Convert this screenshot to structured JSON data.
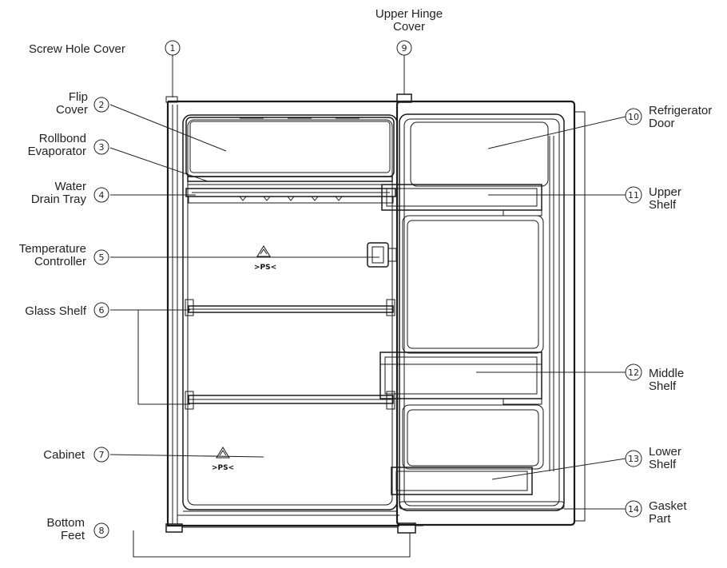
{
  "callouts": [
    {
      "number": "1",
      "lines": [
        "Screw Hole Cover"
      ]
    },
    {
      "number": "2",
      "lines": [
        "Flip",
        "Cover"
      ]
    },
    {
      "number": "3",
      "lines": [
        "Rollbond",
        "Evaporator"
      ]
    },
    {
      "number": "4",
      "lines": [
        "Water",
        "Drain Tray"
      ]
    },
    {
      "number": "5",
      "lines": [
        "Temperature",
        "Controller"
      ]
    },
    {
      "number": "6",
      "lines": [
        "Glass Shelf"
      ]
    },
    {
      "number": "7",
      "lines": [
        "Cabinet"
      ]
    },
    {
      "number": "8",
      "lines": [
        "Bottom",
        "Feet"
      ]
    },
    {
      "number": "9",
      "lines": [
        "Upper Hinge",
        "Cover"
      ]
    },
    {
      "number": "10",
      "lines": [
        "Refrigerator",
        "Door"
      ]
    },
    {
      "number": "11",
      "lines": [
        "Upper",
        "Shelf"
      ]
    },
    {
      "number": "12",
      "lines": [
        "Middle",
        "Shelf"
      ]
    },
    {
      "number": "13",
      "lines": [
        "Lower",
        "Shelf"
      ]
    },
    {
      "number": "14",
      "lines": [
        "Gasket",
        "Part"
      ]
    }
  ],
  "material_marks": [
    "PS",
    "PS"
  ]
}
